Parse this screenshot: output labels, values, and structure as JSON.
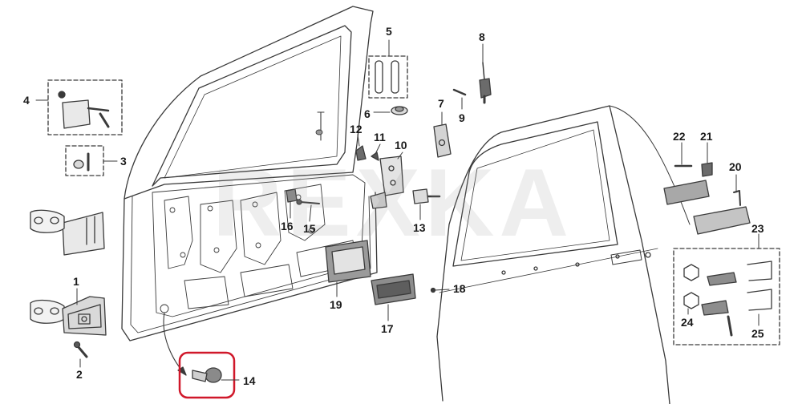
{
  "watermark": "REXKA",
  "colors": {
    "line": "#3a3a3a",
    "part": "#6b6b6b",
    "part_light": "#bdbdbd",
    "highlight": "#d0182a"
  },
  "highlighted_part": "14",
  "callouts": {
    "c1": "1",
    "c2": "2",
    "c3": "3",
    "c4": "4",
    "c5": "5",
    "c6": "6",
    "c7": "7",
    "c8": "8",
    "c9": "9",
    "c10": "10",
    "c11": "11",
    "c12": "12",
    "c13": "13",
    "c14": "14",
    "c15": "15",
    "c16": "16",
    "c17": "17",
    "c18": "18",
    "c19": "19",
    "c20": "20",
    "c21": "21",
    "c22": "22",
    "c23": "23",
    "c24": "24",
    "c25": "25"
  }
}
